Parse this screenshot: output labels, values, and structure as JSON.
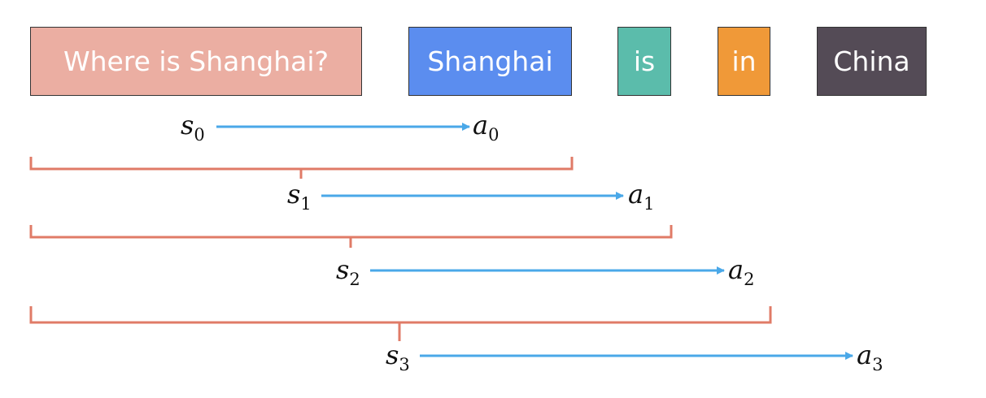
{
  "tokens": [
    {
      "text": "Where is Shanghai?",
      "color": "#ebaea2"
    },
    {
      "text": "Shanghai",
      "color": "#5b8def"
    },
    {
      "text": "is",
      "color": "#5bbcab"
    },
    {
      "text": "in",
      "color": "#f09938"
    },
    {
      "text": "China",
      "color": "#544b56"
    }
  ],
  "steps": [
    {
      "state": "s",
      "state_sub": "0",
      "action": "a",
      "action_sub": "0"
    },
    {
      "state": "s",
      "state_sub": "1",
      "action": "a",
      "action_sub": "1"
    },
    {
      "state": "s",
      "state_sub": "2",
      "action": "a",
      "action_sub": "2"
    },
    {
      "state": "s",
      "state_sub": "3",
      "action": "a",
      "action_sub": "3"
    }
  ],
  "colors": {
    "arrow": "#4aa8e8",
    "bracket": "#e07b67"
  }
}
